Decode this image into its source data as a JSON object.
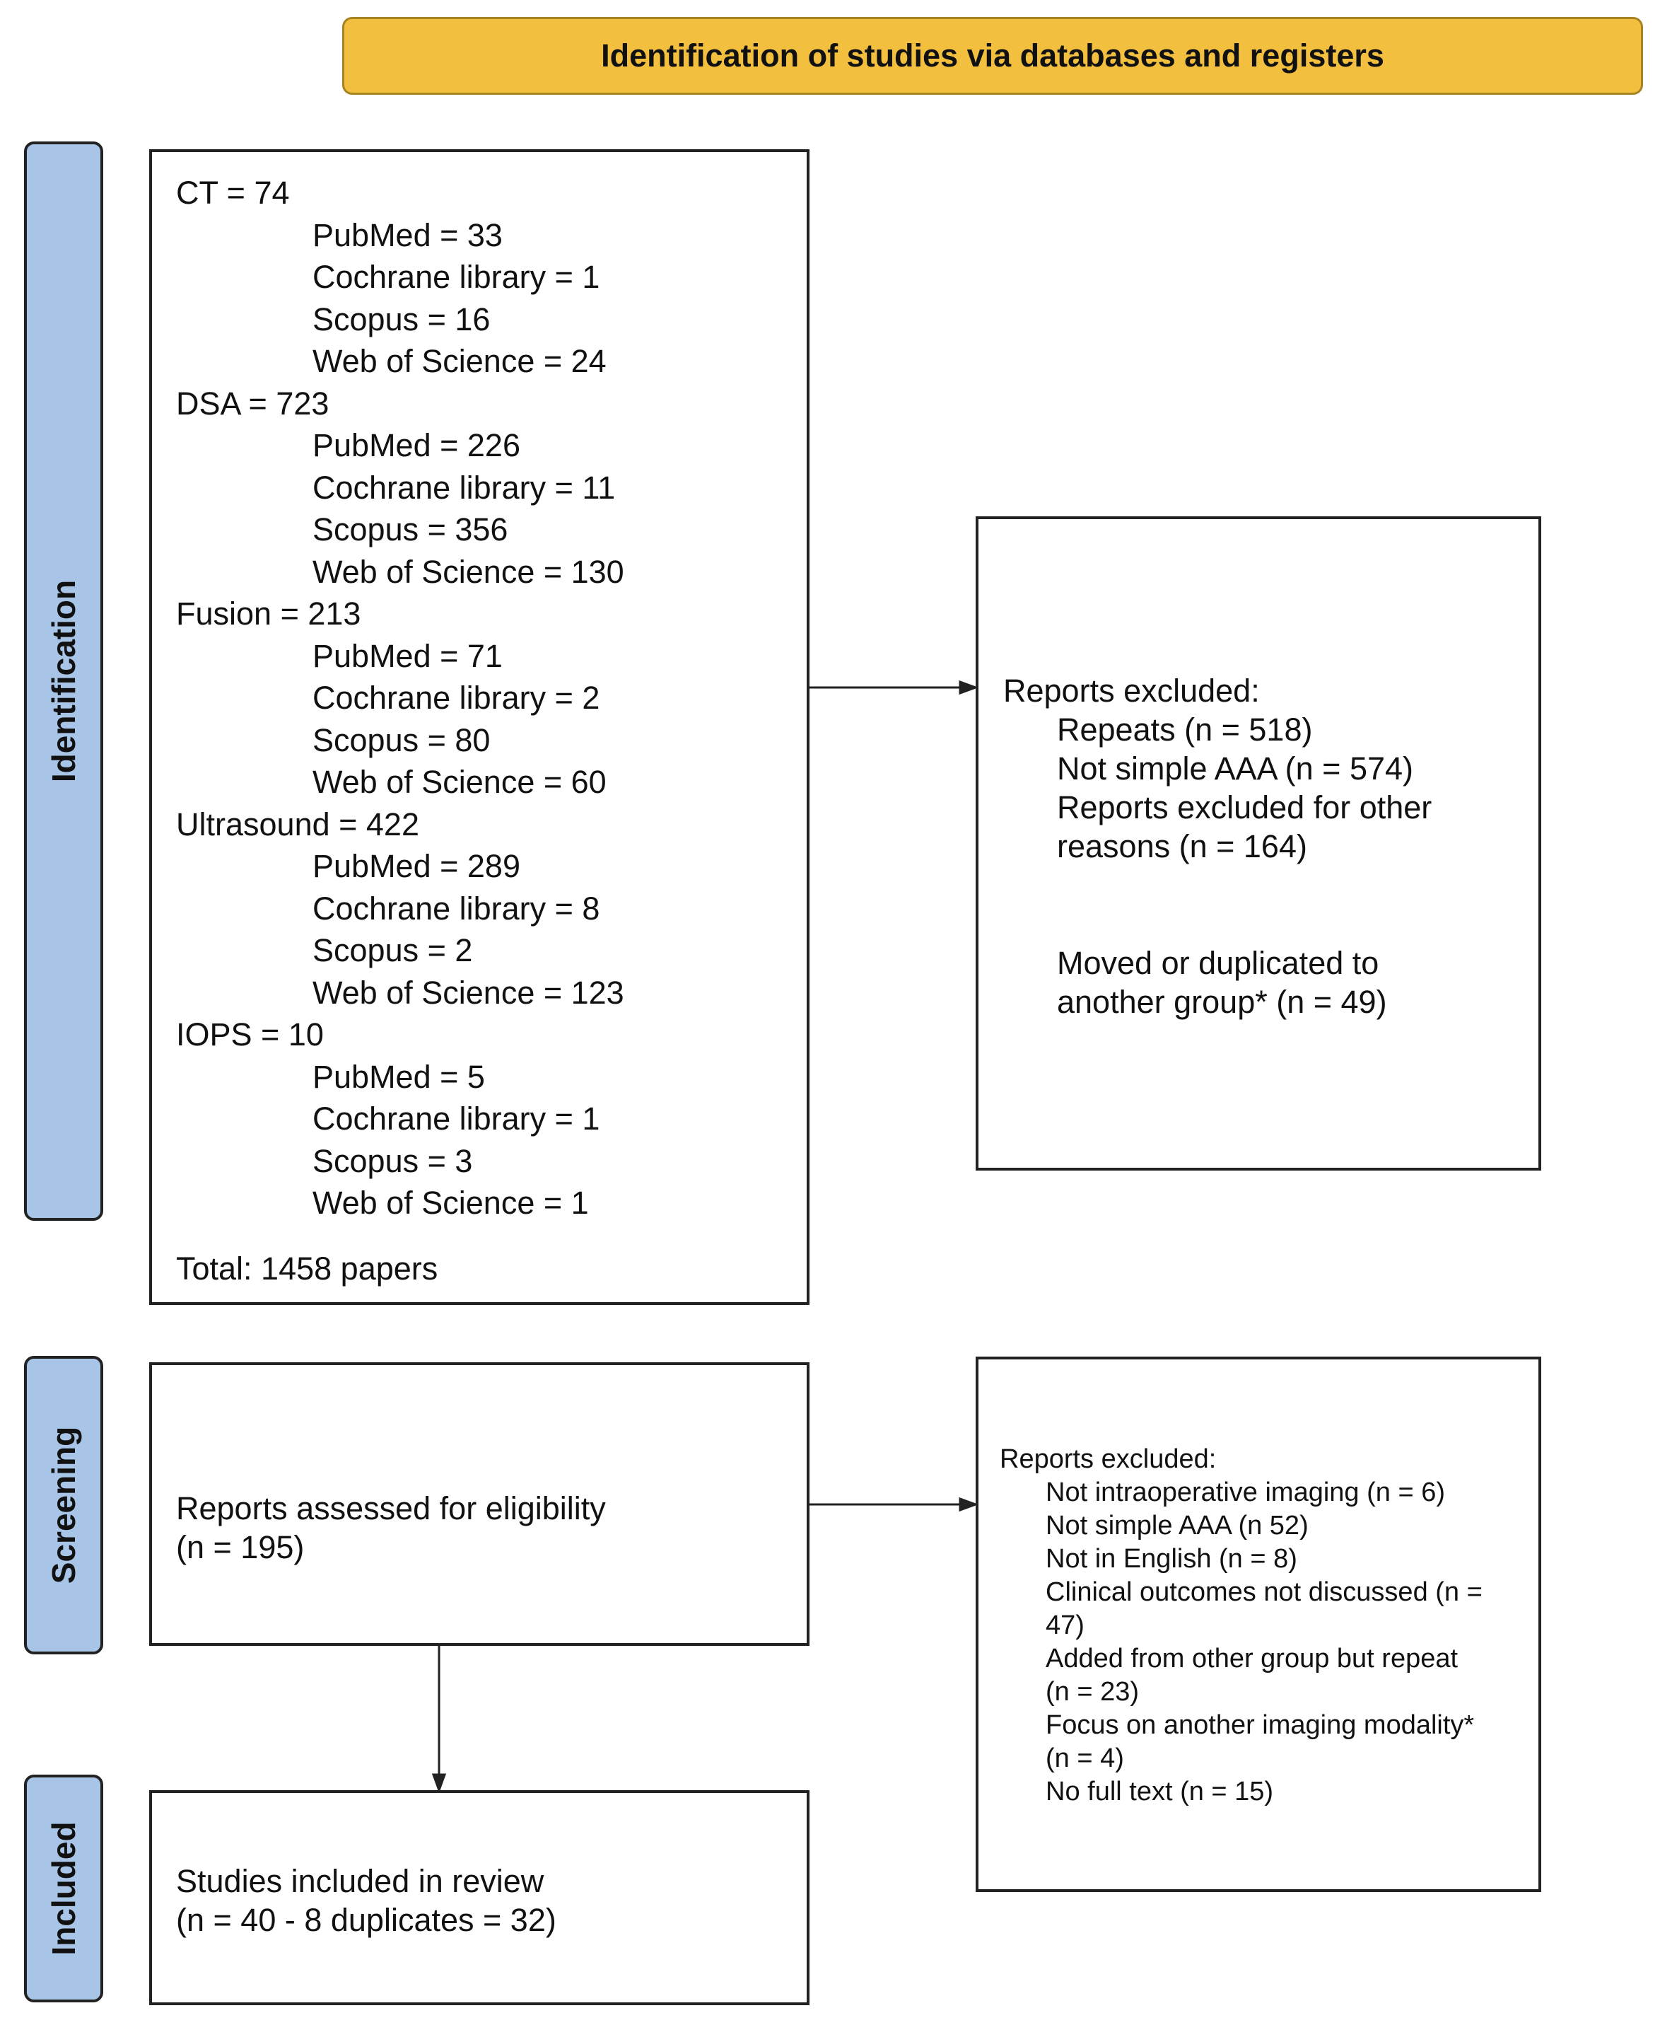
{
  "header": {
    "title": "Identification of studies via databases and registers"
  },
  "phases": {
    "identification": "Identification",
    "screening": "Screening",
    "included": "Included"
  },
  "identification_box": {
    "groups": [
      {
        "label": "CT = 74",
        "sources": [
          "PubMed = 33",
          "Cochrane library = 1",
          "Scopus = 16",
          "Web of Science = 24"
        ]
      },
      {
        "label": "DSA = 723",
        "sources": [
          "PubMed = 226",
          "Cochrane library = 11",
          "Scopus = 356",
          "Web of Science = 130"
        ]
      },
      {
        "label": "Fusion = 213",
        "sources": [
          "PubMed = 71",
          "Cochrane library = 2",
          "Scopus = 80",
          "Web of Science = 60"
        ]
      },
      {
        "label": "Ultrasound = 422",
        "sources": [
          "PubMed = 289",
          "Cochrane library = 8",
          "Scopus = 2",
          "Web of Science = 123"
        ]
      },
      {
        "label": "IOPS = 10",
        "sources": [
          "PubMed = 5",
          "Cochrane library = 1",
          "Scopus = 3",
          "Web of Science = 1"
        ]
      }
    ],
    "total": "Total: 1458 papers"
  },
  "excluded_1": {
    "heading": "Reports excluded:",
    "items": [
      "Repeats (n = 518)",
      "Not simple AAA (n = 574)",
      "Reports excluded for other\nreasons (n = 164)"
    ],
    "note": "Moved or duplicated to\nanother group* (n = 49)"
  },
  "screening_box": {
    "line1": "Reports assessed for eligibility",
    "line2": "(n = 195)"
  },
  "excluded_2": {
    "heading": "Reports excluded:",
    "items": [
      "Not intraoperative imaging (n = 6)",
      "Not simple AAA (n 52)",
      "Not in English (n = 8)",
      "Clinical outcomes not discussed (n =\n47)",
      "Added from other group but repeat\n(n = 23)",
      "Focus on another imaging modality*\n(n = 4)",
      "No full text (n = 15)"
    ]
  },
  "included_box": {
    "line1": "Studies included in review",
    "line2": "(n = 40 - 8 duplicates = 32)"
  },
  "colors": {
    "header_fill": "#F2BF3E",
    "phase_fill": "#A8C5E8",
    "border": "#222222"
  }
}
